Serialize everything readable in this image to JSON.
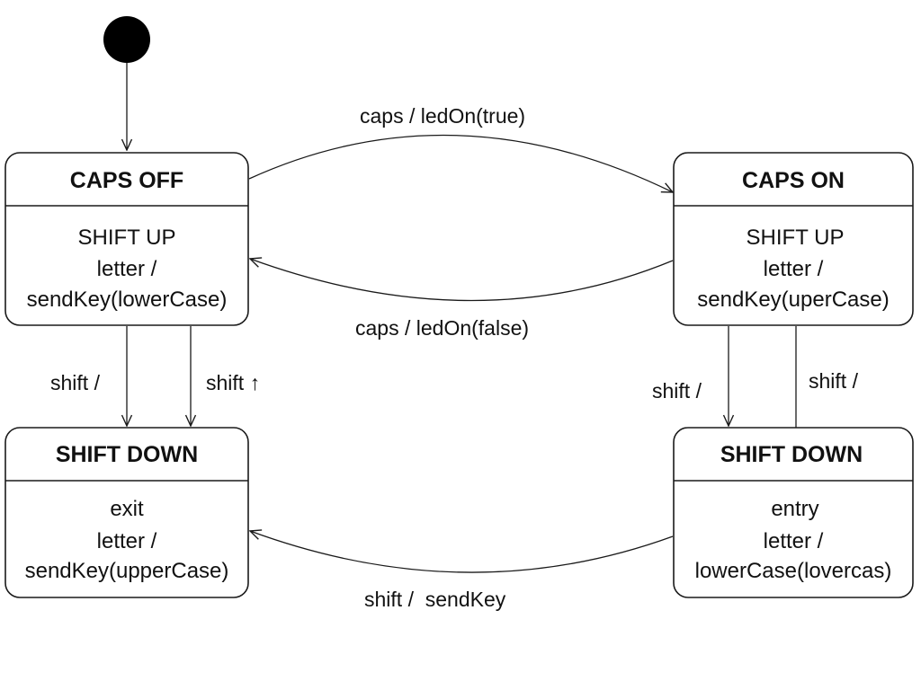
{
  "diagram": {
    "states": {
      "caps_off": {
        "title": "CAPS OFF",
        "lines": [
          "SHIFT UP",
          "letter /",
          "sendKey(lowerCase)"
        ]
      },
      "caps_on": {
        "title": "CAPS ON",
        "lines": [
          "SHIFT UP",
          "letter /",
          "sendKey(uperCase)"
        ]
      },
      "shift_down_left": {
        "title": "SHIFT DOWN",
        "lines": [
          "exit",
          "letter /",
          "sendKey(upperCase)"
        ]
      },
      "shift_down_right": {
        "title": "SHIFT DOWN",
        "lines": [
          "entry",
          "letter /",
          "lowerCase(lovercas)"
        ]
      }
    },
    "transitions": {
      "caps_on_event": "caps / ledOn(true)",
      "caps_off_event": "caps / ledOn(false)",
      "left_shift_down": "shift /",
      "left_shift_up": "shift ↑",
      "right_shift_down": "shift /",
      "right_shift_up": "shift /",
      "bottom_shift": "shift /  sendKey"
    }
  }
}
